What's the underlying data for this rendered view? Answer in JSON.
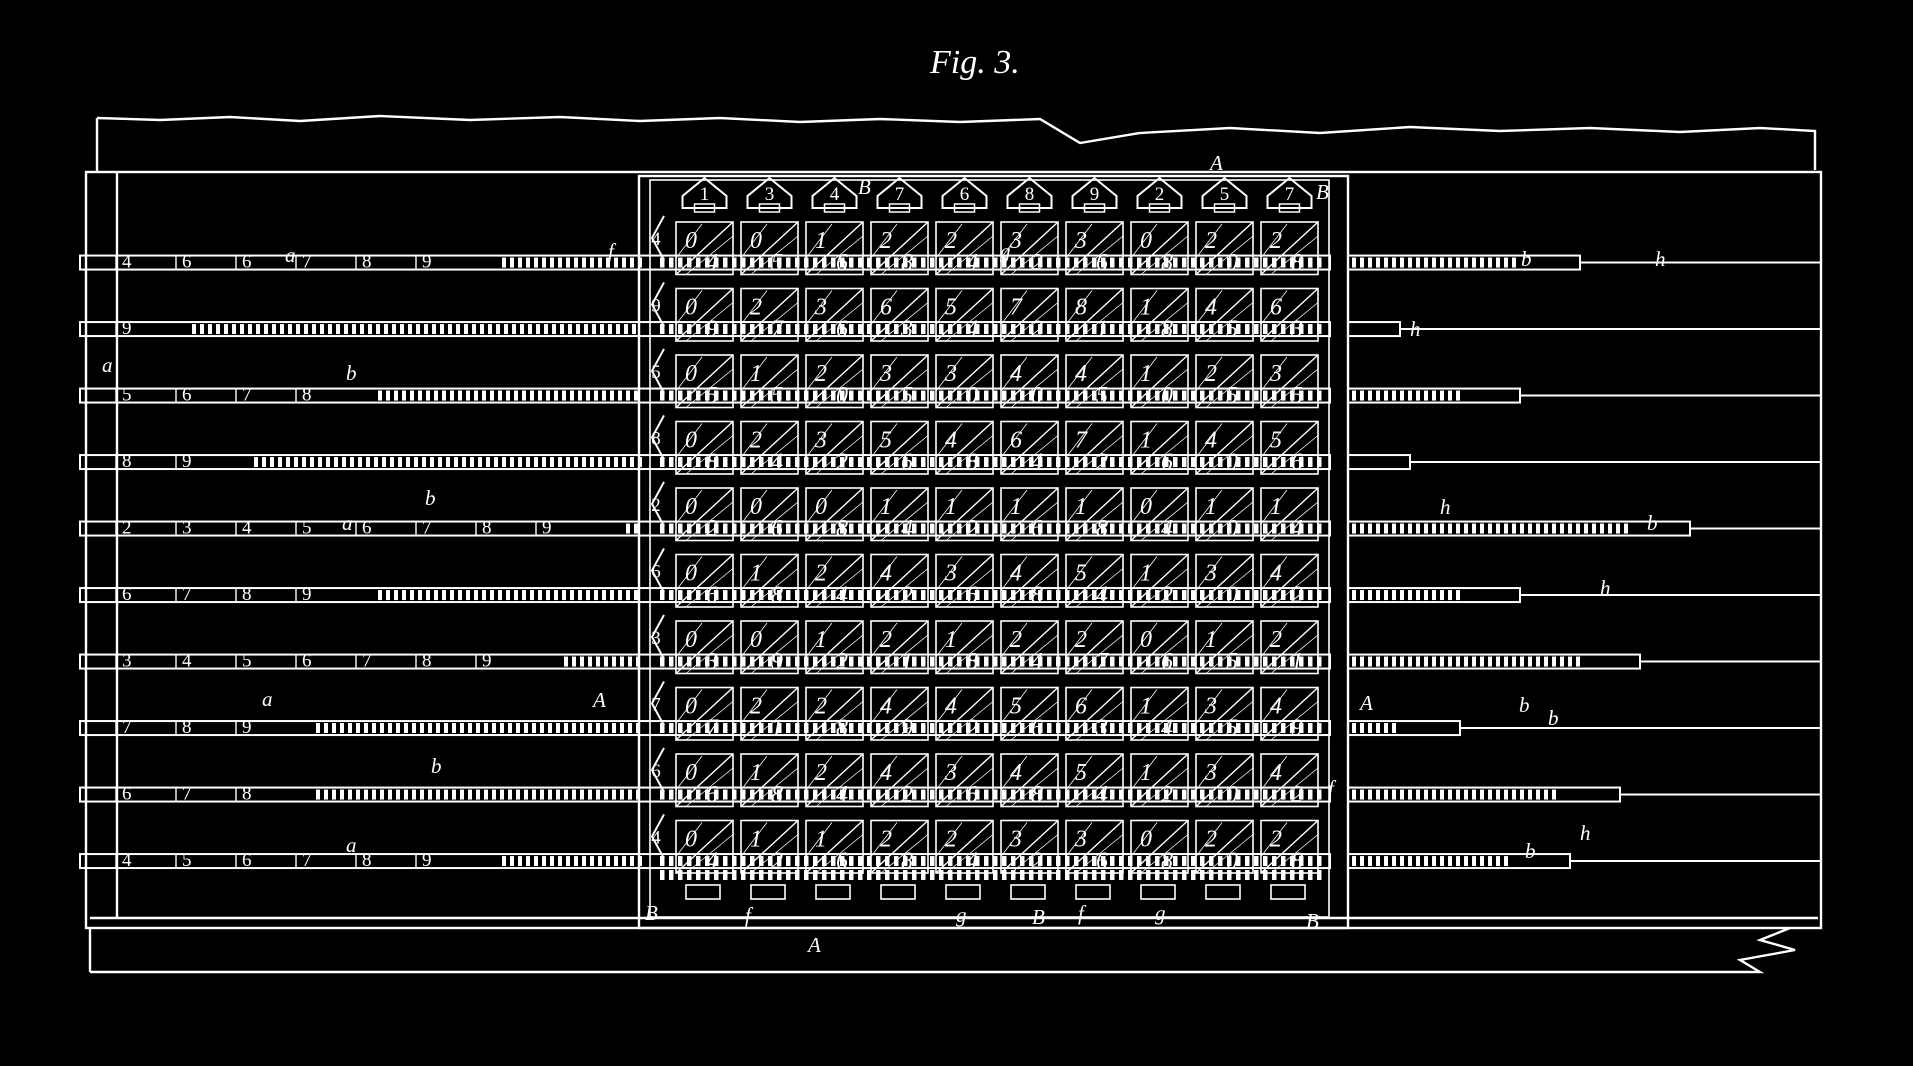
{
  "figure": {
    "title": "Fig. 3.",
    "top_digits": [
      "1",
      "3",
      "4",
      "7",
      "6",
      "8",
      "9",
      "2",
      "5",
      "7"
    ],
    "side_digits": [
      "4",
      "9",
      "5",
      "8",
      "2",
      "6",
      "3",
      "7",
      "6",
      "4"
    ],
    "cell_digits": [
      [
        [
          "0",
          "4"
        ],
        [
          "0",
          "5"
        ],
        [
          "1",
          "6"
        ],
        [
          "2",
          "8"
        ],
        [
          "2",
          "4"
        ],
        [
          "3",
          "2"
        ],
        [
          "3",
          "6"
        ],
        [
          "0",
          "8"
        ],
        [
          "2",
          "0"
        ],
        [
          "2",
          "8"
        ]
      ],
      [
        [
          "0",
          "9"
        ],
        [
          "2",
          "7"
        ],
        [
          "3",
          "6"
        ],
        [
          "6",
          "3"
        ],
        [
          "5",
          "4"
        ],
        [
          "7",
          "2"
        ],
        [
          "8",
          "1"
        ],
        [
          "1",
          "8"
        ],
        [
          "4",
          "5"
        ],
        [
          "6",
          "3"
        ]
      ],
      [
        [
          "0",
          "5"
        ],
        [
          "1",
          "5"
        ],
        [
          "2",
          "0"
        ],
        [
          "3",
          "5"
        ],
        [
          "3",
          "0"
        ],
        [
          "4",
          "0"
        ],
        [
          "4",
          "5"
        ],
        [
          "1",
          "0"
        ],
        [
          "2",
          "5"
        ],
        [
          "3",
          "5"
        ]
      ],
      [
        [
          "0",
          "8"
        ],
        [
          "2",
          "4"
        ],
        [
          "3",
          "2"
        ],
        [
          "5",
          "6"
        ],
        [
          "4",
          "8"
        ],
        [
          "6",
          "4"
        ],
        [
          "7",
          "2"
        ],
        [
          "1",
          "6"
        ],
        [
          "4",
          "0"
        ],
        [
          "5",
          "6"
        ]
      ],
      [
        [
          "0",
          "2"
        ],
        [
          "0",
          "6"
        ],
        [
          "0",
          "8"
        ],
        [
          "1",
          "4"
        ],
        [
          "1",
          "2"
        ],
        [
          "1",
          "6"
        ],
        [
          "1",
          "8"
        ],
        [
          "0",
          "4"
        ],
        [
          "1",
          "0"
        ],
        [
          "1",
          "4"
        ]
      ],
      [
        [
          "0",
          "6"
        ],
        [
          "1",
          "8"
        ],
        [
          "2",
          "4"
        ],
        [
          "4",
          "2"
        ],
        [
          "3",
          "6"
        ],
        [
          "4",
          "8"
        ],
        [
          "5",
          "4"
        ],
        [
          "1",
          "2"
        ],
        [
          "3",
          "0"
        ],
        [
          "4",
          "2"
        ]
      ],
      [
        [
          "0",
          "3"
        ],
        [
          "0",
          "9"
        ],
        [
          "1",
          "2"
        ],
        [
          "2",
          "1"
        ],
        [
          "1",
          "8"
        ],
        [
          "2",
          "4"
        ],
        [
          "2",
          "7"
        ],
        [
          "0",
          "6"
        ],
        [
          "1",
          "5"
        ],
        [
          "2",
          "1"
        ]
      ],
      [
        [
          "0",
          "7"
        ],
        [
          "2",
          "1"
        ],
        [
          "2",
          "8"
        ],
        [
          "4",
          "9"
        ],
        [
          "4",
          "2"
        ],
        [
          "5",
          "6"
        ],
        [
          "6",
          "3"
        ],
        [
          "1",
          "4"
        ],
        [
          "3",
          "5"
        ],
        [
          "4",
          "9"
        ]
      ],
      [
        [
          "0",
          "6"
        ],
        [
          "1",
          "8"
        ],
        [
          "2",
          "4"
        ],
        [
          "4",
          "2"
        ],
        [
          "3",
          "6"
        ],
        [
          "4",
          "8"
        ],
        [
          "5",
          "4"
        ],
        [
          "1",
          "2"
        ],
        [
          "3",
          "0"
        ],
        [
          "4",
          "2"
        ]
      ],
      [
        [
          "0",
          "4"
        ],
        [
          "1",
          "2"
        ],
        [
          "1",
          "6"
        ],
        [
          "2",
          "8"
        ],
        [
          "2",
          "4"
        ],
        [
          "3",
          "2"
        ],
        [
          "3",
          "6"
        ],
        [
          "0",
          "8"
        ],
        [
          "2",
          "0"
        ],
        [
          "2",
          "8"
        ]
      ]
    ],
    "left_strip_digits": [
      [
        "4",
        "6",
        "6",
        "7",
        "8",
        "9"
      ],
      [
        "9"
      ],
      [
        "5",
        "6",
        "7",
        "8"
      ],
      [
        "8",
        "9"
      ],
      [
        "2",
        "3",
        "4",
        "5",
        "6",
        "7",
        "8",
        "9"
      ],
      [
        "6",
        "7",
        "8",
        "9"
      ],
      [
        "3",
        "4",
        "5",
        "6",
        "7",
        "8",
        "9"
      ],
      [
        "7",
        "8",
        "9"
      ],
      [
        "6",
        "7",
        "8"
      ],
      [
        "4",
        "5",
        "6",
        "7",
        "8",
        "9"
      ]
    ],
    "labels": {
      "A_top": "A",
      "B_top_mid": "B",
      "B_top_right": "B",
      "A_left": "A",
      "A_right": "A",
      "A_bottom": "A",
      "B_bl": "B",
      "B_bm": "B",
      "B_br": "B",
      "f_top": "f",
      "f_right": "f",
      "f_b1": "f",
      "f_b2": "f",
      "g_top": "g",
      "g_b1": "g",
      "g_b2": "g",
      "a1": "a",
      "a2": "a",
      "a3": "a",
      "a4": "a",
      "a5": "a",
      "b1": "b",
      "b2": "b",
      "b3": "b",
      "b4": "b",
      "b5": "b",
      "b6": "b",
      "b7": "b",
      "b8": "b",
      "h1": "h",
      "h2": "h",
      "h3": "h",
      "h4": "h",
      "h5": "h"
    }
  }
}
